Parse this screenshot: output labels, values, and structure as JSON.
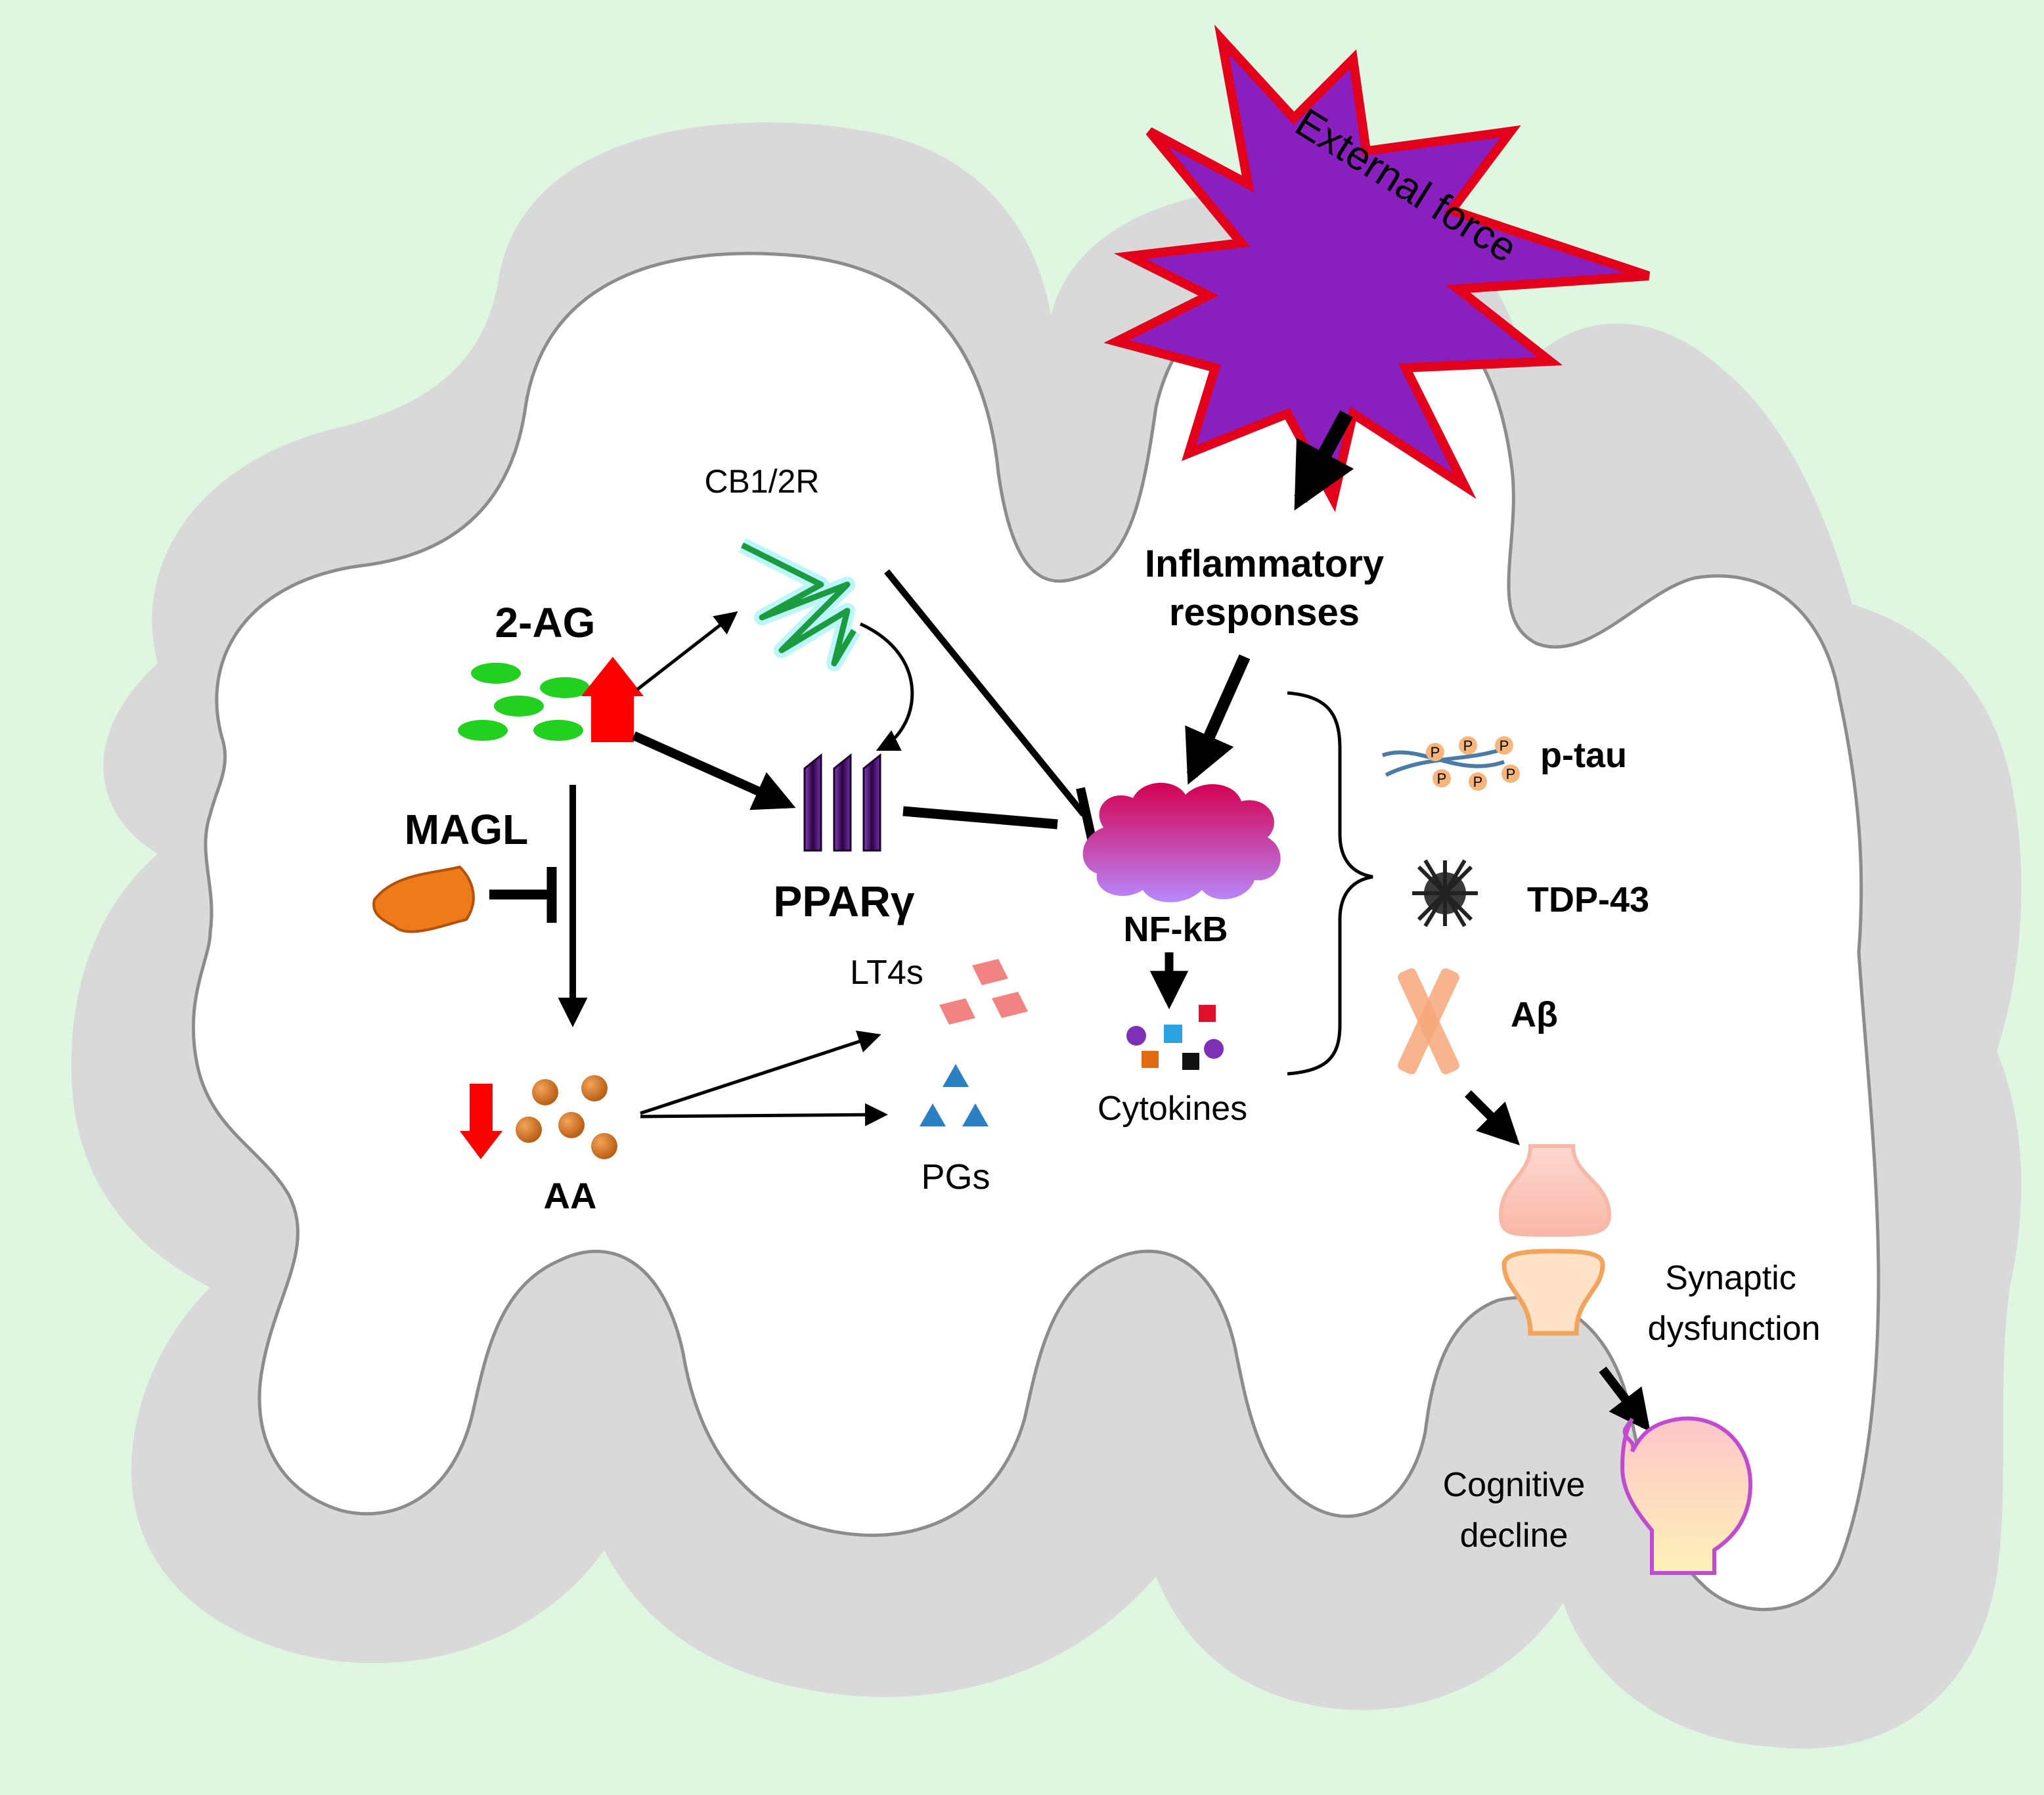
{
  "labels": {
    "external_force": "External force",
    "inflammatory_line1": "Inflammatory",
    "inflammatory_line2": "responses",
    "cb12r": "CB1/2R",
    "two_ag": "2-AG",
    "magl": "MAGL",
    "ppar": "PPARγ",
    "nfkb": "NF-kB",
    "lt4s": "LT4s",
    "pgs": "PGs",
    "aa": "AA",
    "cytokines": "Cytokines",
    "ptau": "p-tau",
    "ptau_phospho": "P",
    "tdp43": "TDP-43",
    "abeta": "Aβ",
    "synaptic_line1": "Synaptic",
    "synaptic_line2": "dysfunction",
    "cognitive_line1": "Cognitive",
    "cognitive_line2": "decline"
  },
  "colors": {
    "background": "#dff7e1",
    "brain_outer": "#d9d9d9",
    "brain_inner": "#ffffff",
    "star_fill": "#8a1fbf",
    "star_stroke": "#e3001b",
    "highlight_red": "#ff0000",
    "two_ag_green": "#22d11f",
    "aa_orange": "#d9741b",
    "magl_orange": "#ef7a1a",
    "ppar_purple": "#3d0f5c",
    "nfkb_top": "#d4004f",
    "nfkb_bottom": "#b889ff",
    "pg_blue": "#2b7fc3",
    "lt4_pink": "#ef6d6d",
    "abeta_orange": "#f6a779",
    "synapse_pink": "#fcc8bf",
    "head_outline": "#c04bd0"
  }
}
